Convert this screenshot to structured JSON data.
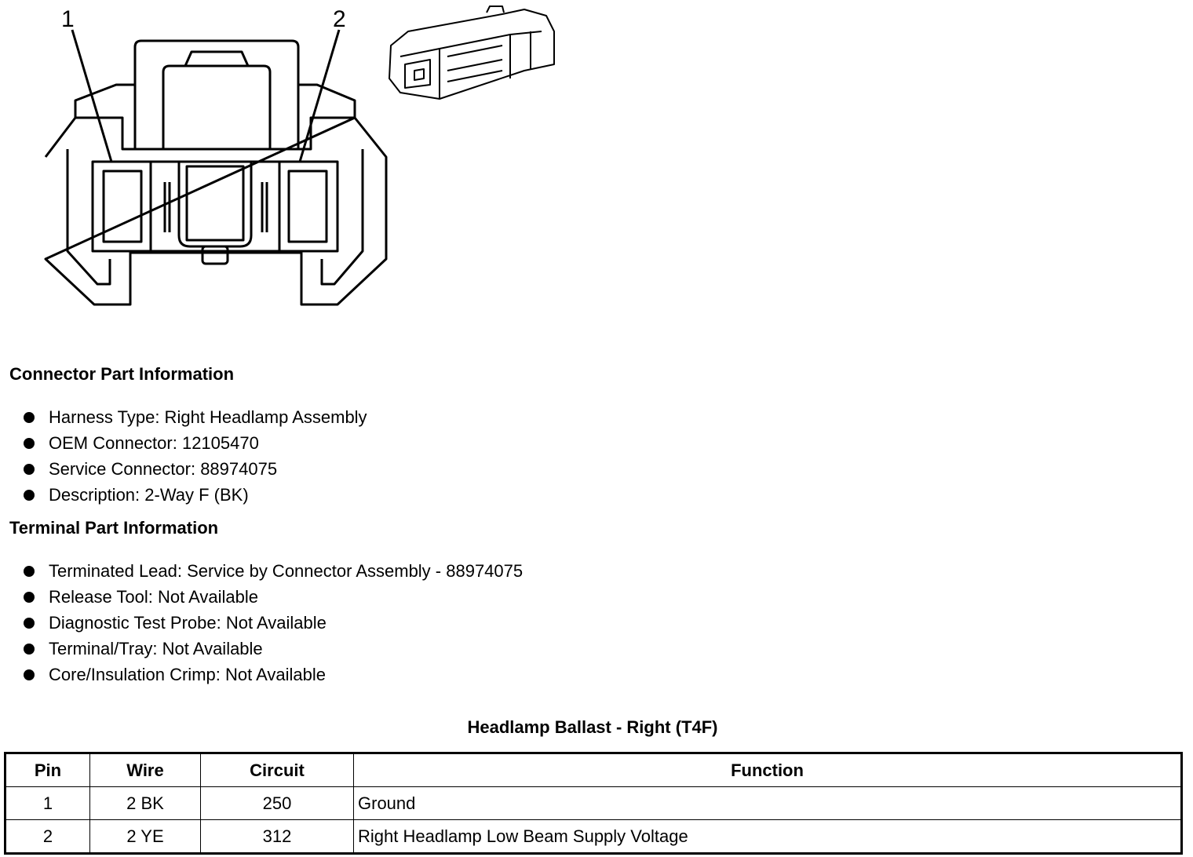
{
  "diagram": {
    "callouts": [
      "1",
      "2"
    ]
  },
  "connector_section": {
    "title": "Connector Part Information",
    "items": [
      "Harness Type: Right Headlamp Assembly",
      "OEM Connector: 12105470",
      "Service Connector: 88974075",
      "Description: 2-Way F (BK)"
    ]
  },
  "terminal_section": {
    "title": "Terminal Part Information",
    "items": [
      "Terminated Lead: Service by Connector Assembly - 88974075",
      "Release Tool: Not Available",
      "Diagnostic Test Probe: Not Available",
      "Terminal/Tray: Not Available",
      "Core/Insulation Crimp: Not Available"
    ]
  },
  "table": {
    "title": "Headlamp Ballast - Right (T4F)",
    "headers": [
      "Pin",
      "Wire",
      "Circuit",
      "Function"
    ],
    "rows": [
      [
        "1",
        "2 BK",
        "250",
        "Ground"
      ],
      [
        "2",
        "2 YE",
        "312",
        "Right Headlamp Low Beam Supply Voltage"
      ]
    ]
  }
}
